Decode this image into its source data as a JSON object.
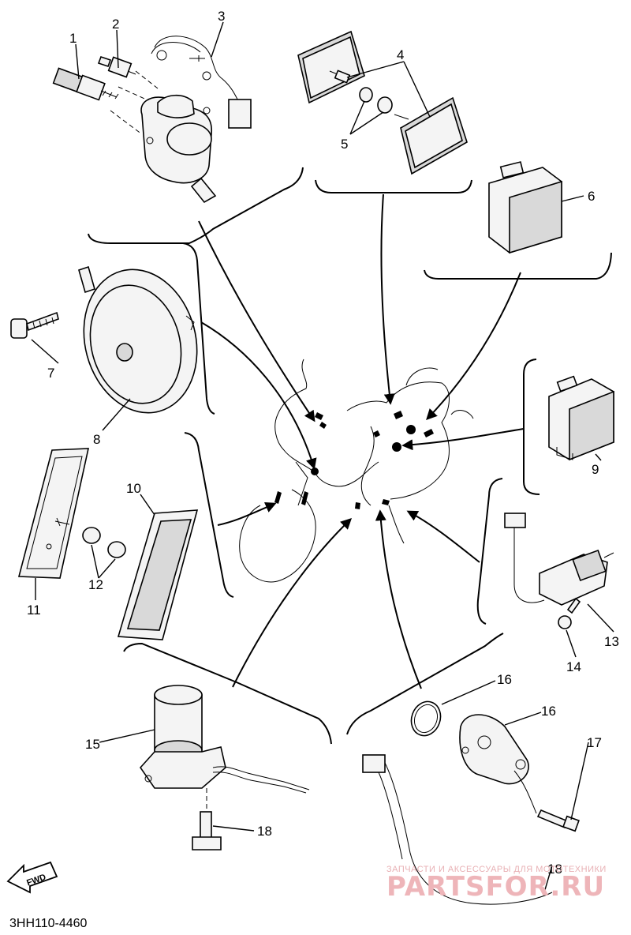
{
  "diagram": {
    "part_code": "3HH110-4460",
    "fwd_label": "FWD",
    "watermark": {
      "line1": "ЗАПЧАСТИ И АКСЕССУАРЫ ДЛЯ МОТОТЕХНИКИ",
      "line2": "PARTSFOR.RU"
    },
    "callouts": [
      "1",
      "2",
      "3",
      "4",
      "5",
      "6",
      "7",
      "8",
      "9",
      "10",
      "11",
      "12",
      "13",
      "14",
      "15",
      "16",
      "16",
      "17",
      "18",
      "18"
    ]
  }
}
